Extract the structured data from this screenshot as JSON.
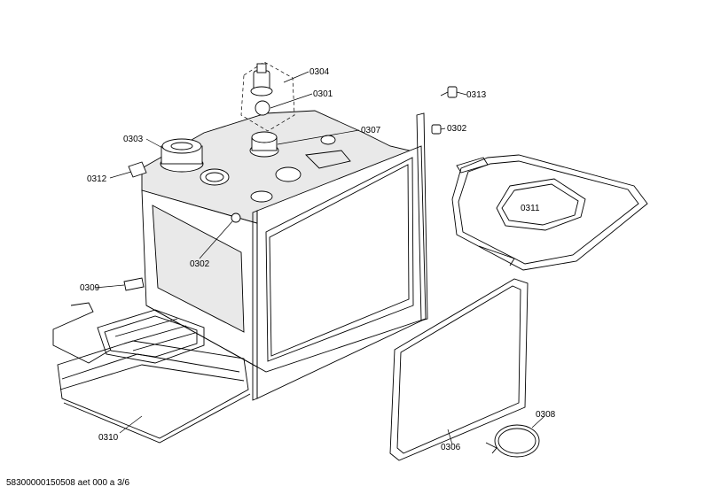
{
  "labels": {
    "p0304": "0304",
    "p0301": "0301",
    "p0307": "0307",
    "p0303": "0303",
    "p0312": "0312",
    "p0302_right": "0302",
    "p0313": "0313",
    "p0311": "0311",
    "p0302_center": "0302",
    "p0309": "0309",
    "p0310": "0310",
    "p0306": "0306",
    "p0308": "0308"
  },
  "footer": {
    "document_id": "58300000150508 aet 000 a 3/6"
  }
}
